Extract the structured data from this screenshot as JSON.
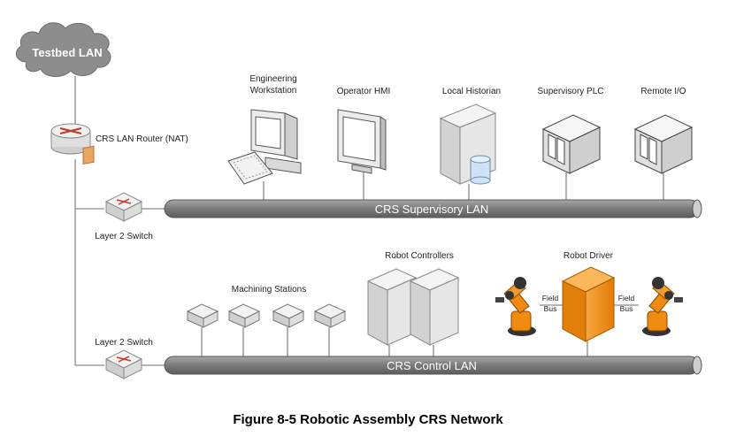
{
  "cloud": {
    "label": "Testbed LAN"
  },
  "router": {
    "label": "CRS LAN Router (NAT)"
  },
  "switches": {
    "upper_label": "Layer 2 Switch",
    "lower_label": "Layer 2 Switch"
  },
  "buses": {
    "supervisory": "CRS Supervisory LAN",
    "control": "CRS Control LAN"
  },
  "supervisory_devices": {
    "engineering_line1": "Engineering",
    "engineering_line2": "Workstation",
    "operator_hmi": "Operator HMI",
    "local_historian": "Local Historian",
    "supervisory_plc": "Supervisory PLC",
    "remote_io": "Remote I/O"
  },
  "control_devices": {
    "machining_stations": "Machining Stations",
    "robot_controllers": "Robot Controllers",
    "robot_driver": "Robot Driver",
    "field_bus_left_line1": "Field",
    "field_bus_left_line2": "Bus",
    "field_bus_right_line1": "Field",
    "field_bus_right_line2": "Bus"
  },
  "caption": "Figure 8-5 Robotic Assembly CRS Network",
  "colors": {
    "bus": "#7b7b7b",
    "link": "#8a8a8a",
    "robot_orange": "#f08a10",
    "cloud": "#8a8a8a"
  }
}
